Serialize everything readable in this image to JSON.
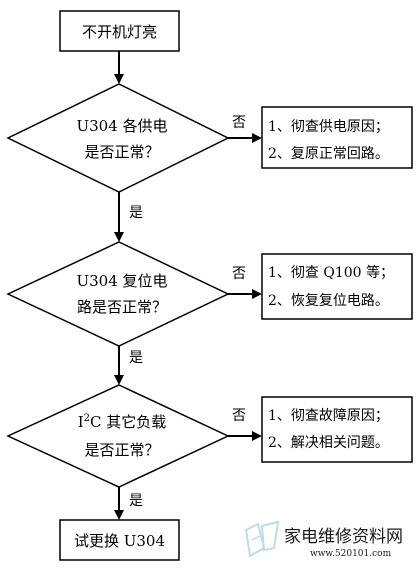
{
  "start": {
    "label": "不开机灯亮"
  },
  "decisions": [
    {
      "line1": "U304 各供电",
      "line2": "是否正常？",
      "no_label": "否",
      "yes_label": "是",
      "fix": [
        "1、彻查供电原因；",
        "2、复原正常回路。"
      ]
    },
    {
      "line1": "U304 复位电",
      "line2": "路是否正常？",
      "no_label": "否",
      "yes_label": "是",
      "fix": [
        "1、彻查 Q100 等；",
        "2、恢复复位电路。"
      ]
    },
    {
      "line1_base": "I",
      "line1_sup": "2",
      "line1_rest": "C 其它负载",
      "line2": "是否正常？",
      "no_label": "否",
      "yes_label": "是",
      "fix": [
        "1、彻查故障原因；",
        "2、解决相关问题。"
      ]
    }
  ],
  "end": {
    "label": "试更换 U304"
  },
  "watermark": {
    "name": "家电维修资料网",
    "url": "www.520101.com",
    "color": "#b8d8e6"
  }
}
